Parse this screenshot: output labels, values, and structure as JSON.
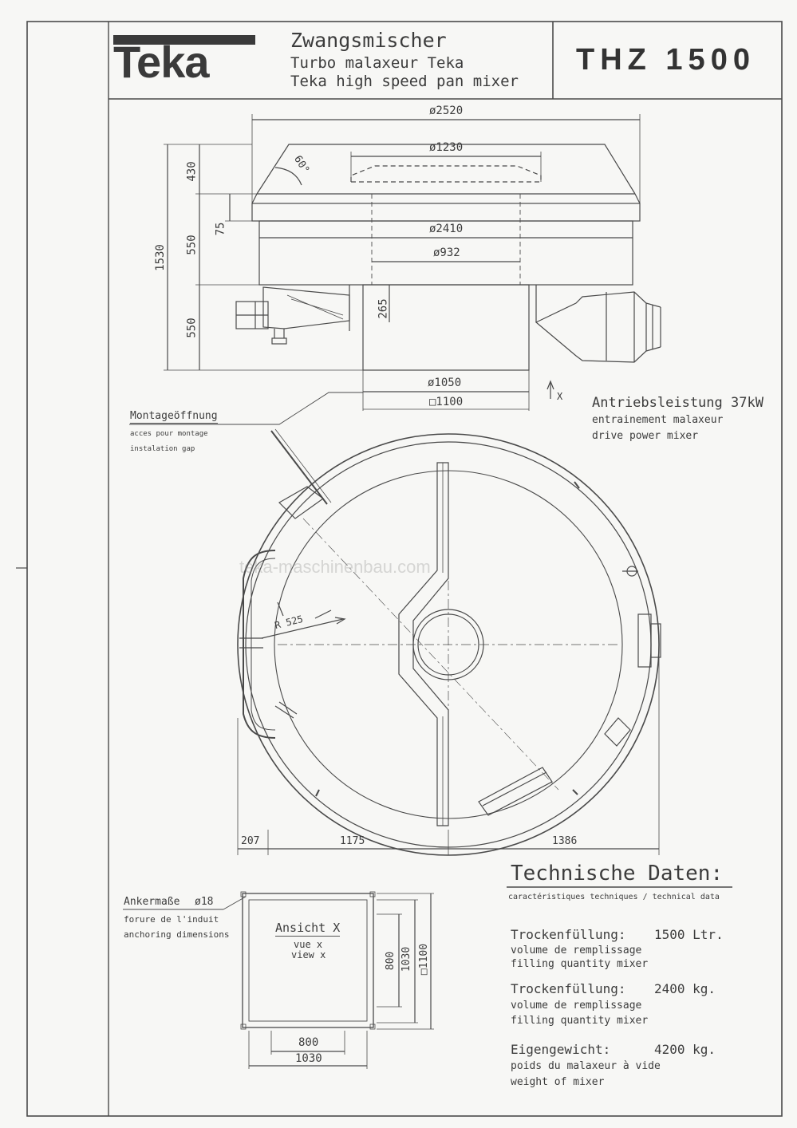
{
  "title_block": {
    "logo": "Teka",
    "title_de": "Zwangsmischer",
    "title_fr": "Turbo malaxeur Teka",
    "title_en": "Teka high speed pan mixer",
    "model": "THZ 1500"
  },
  "side_view": {
    "dimensions": {
      "outer_diameter": "ø2520",
      "lid_diameter": "ø1230",
      "pan_diameter": "ø2410",
      "inner_diameter": "ø932",
      "base_diameter": "ø1050",
      "base_square": "□1100",
      "total_height": "1530",
      "h_430": "430",
      "h_75": "75",
      "h_550_top": "550",
      "h_550_bottom": "550",
      "h_265": "265",
      "angle": "60°"
    },
    "view_marker": "X",
    "drive_power": {
      "label_de": "Antriebsleistung 37kW",
      "label_fr": "entrainement malaxeur",
      "label_en": "drive power mixer"
    }
  },
  "montage": {
    "label_de": "Montageöffnung",
    "label_fr": "acces pour montage",
    "label_en": "instalation gap"
  },
  "plan_view": {
    "radius": "R 525",
    "dim_left": "207",
    "dim_mid": "1175",
    "dim_right": "1386"
  },
  "watermark": "teka-maschinenbau.com",
  "technical_data": {
    "heading": "Technische Daten:",
    "subheading": "caractéristiques techniques / technical data",
    "rows": [
      {
        "label_de": "Trockenfüllung:",
        "value": "1500 Ltr.",
        "label_fr": "volume de remplissage",
        "label_en": "filling quantity mixer"
      },
      {
        "label_de": "Trockenfüllung:",
        "value": "2400 kg.",
        "label_fr": "volume de remplissage",
        "label_en": "filling quantity mixer"
      },
      {
        "label_de": "Eigengewicht:",
        "value": "4200 kg.",
        "label_fr": "poids du malaxeur à vide",
        "label_en": "weight of mixer"
      }
    ]
  },
  "anchor": {
    "label_de": "Ankermaße",
    "diameter": "ø18",
    "label_fr": "forure de l'induit",
    "label_en": "anchoring dimensions",
    "view_title": "Ansicht X",
    "view_fr": "vue x",
    "view_en": "view x",
    "dim_800_v": "800",
    "dim_1030_v": "1030",
    "dim_1100_v": "□1100",
    "dim_800_h": "800",
    "dim_1030_h": "1030"
  }
}
